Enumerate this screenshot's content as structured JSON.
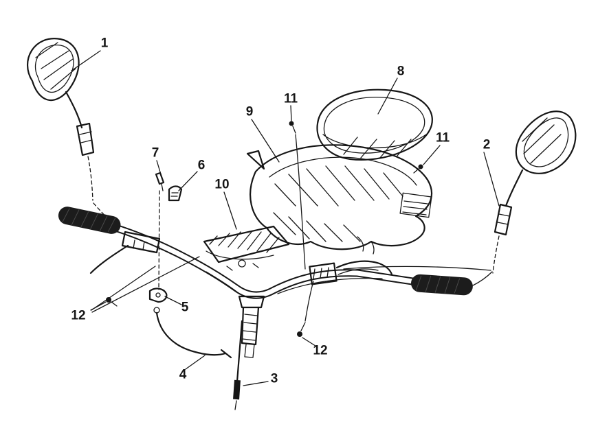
{
  "callouts": {
    "c1": "1",
    "c2": "2",
    "c3": "3",
    "c4": "4",
    "c5": "5",
    "c6": "6",
    "c7": "7",
    "c8": "8",
    "c9": "9",
    "c10": "10",
    "c11a": "11",
    "c11b": "11",
    "c12a": "12",
    "c12b": "12"
  },
  "colors": {
    "line": "#161616",
    "background": "#ffffff"
  }
}
